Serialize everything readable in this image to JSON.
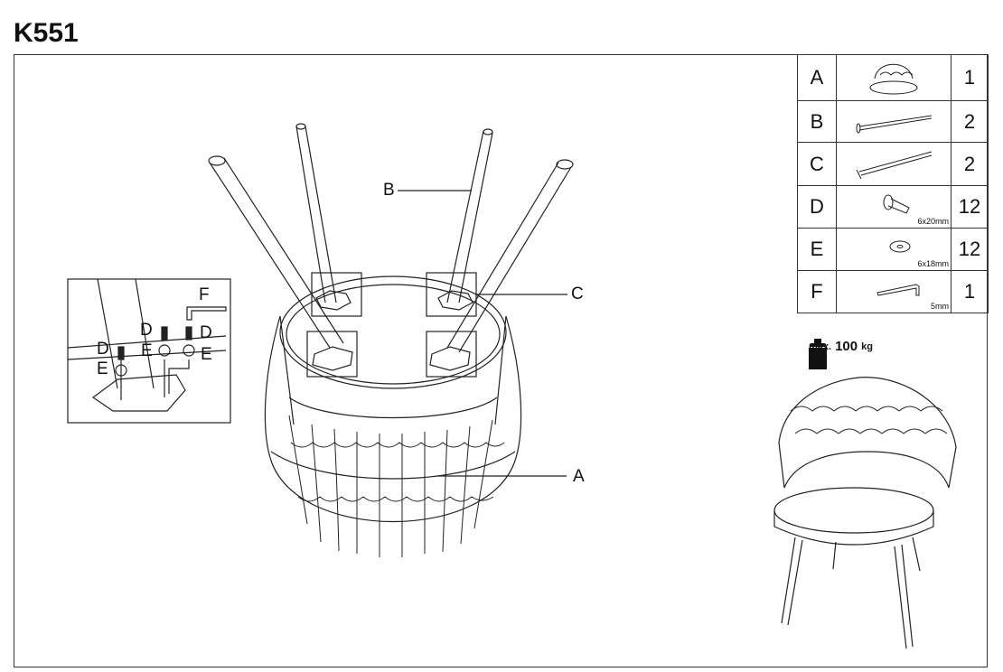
{
  "title": "K551",
  "labels": {
    "A": "A",
    "B": "B",
    "C": "C"
  },
  "detail_labels": {
    "D": "D",
    "E": "E",
    "F": "F"
  },
  "parts": [
    {
      "letter": "A",
      "qty": "1",
      "size": "",
      "icon": "chair-seat-icon"
    },
    {
      "letter": "B",
      "qty": "2",
      "size": "",
      "icon": "leg-b-icon"
    },
    {
      "letter": "C",
      "qty": "2",
      "size": "",
      "icon": "leg-c-icon"
    },
    {
      "letter": "D",
      "qty": "12",
      "size": "6x20mm",
      "icon": "bolt-icon"
    },
    {
      "letter": "E",
      "qty": "12",
      "size": "6x18mm",
      "icon": "washer-icon"
    },
    {
      "letter": "F",
      "qty": "1",
      "size": "5mm",
      "icon": "allen-key-icon"
    }
  ],
  "max_load": {
    "prefix": "max.",
    "value": "100",
    "unit": "kg"
  }
}
